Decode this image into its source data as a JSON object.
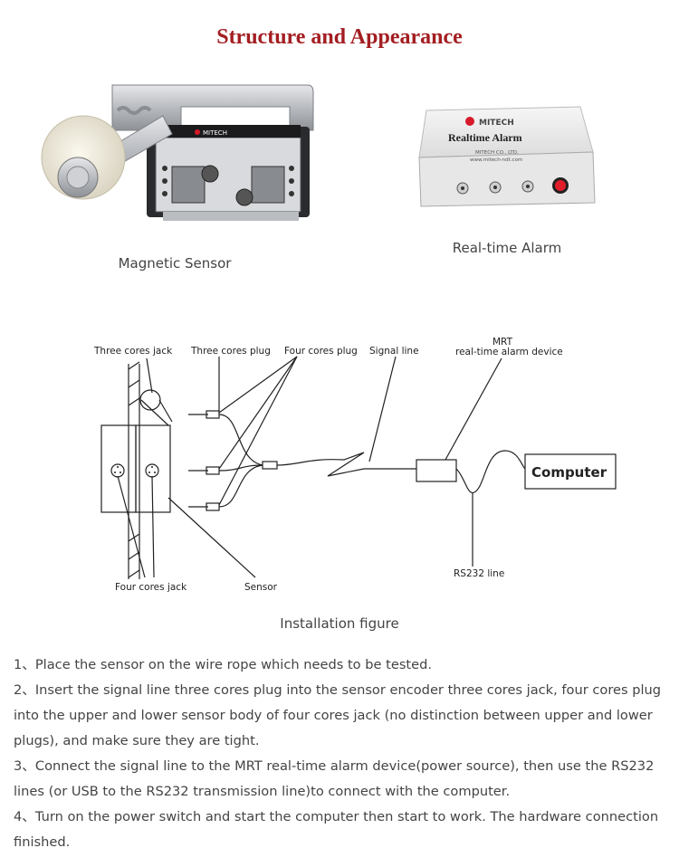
{
  "page": {
    "title": "Structure and Appearance"
  },
  "products": {
    "sensor": {
      "caption": "Magnetic Sensor",
      "brand_text": "MITECH",
      "icon": "magnetic-sensor-photo"
    },
    "alarm": {
      "caption": "Real-time Alarm",
      "brand_text": "MITECH",
      "panel_title": "Realtime Alarm",
      "company_line1": "MITECH CO., LTD.",
      "company_line2": "www.mitech-ndt.com",
      "icon": "alarm-box-photo"
    }
  },
  "diagram": {
    "labels": {
      "three_cores_jack": "Three cores jack",
      "three_cores_plug": "Three cores plug",
      "four_cores_plug": "Four cores plug",
      "signal_line": "Signal line",
      "mrt": "MRT",
      "alarm_device": "real-time alarm device",
      "computer": "Computer",
      "rs232": "RS232 line",
      "four_cores_jack": "Four cores jack",
      "sensor": "Sensor"
    },
    "caption": "Installation figure"
  },
  "steps": [
    "1、Place the sensor on the wire rope which needs to be tested.",
    "2、Insert the signal line three cores plug into the sensor encoder three cores jack, four cores plug into the upper and lower sensor body of four cores jack (no distinction between upper and lower plugs), and make sure they are tight.",
    "3、Connect the signal line to the MRT real-time alarm device(power source), then use the RS232 lines (or USB to the RS232 transmission line)to connect with the computer.",
    "4、Turn on the power switch and start the computer then start to work. The hardware connection finished."
  ],
  "colors": {
    "title": "#a31e22",
    "brand_red": "#d7192a"
  }
}
